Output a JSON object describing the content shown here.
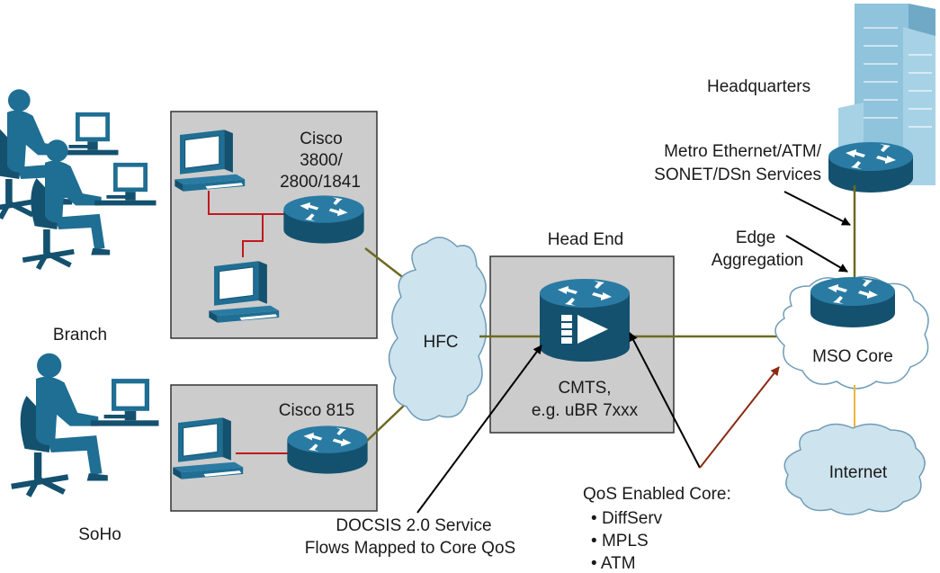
{
  "labels": {
    "branch": "Branch",
    "soho": "SoHo",
    "headquarters": "Headquarters",
    "cisco_branch_line1": "Cisco",
    "cisco_branch_line2": "3800/",
    "cisco_branch_line3": "2800/1841",
    "cisco_soho": "Cisco 815",
    "hfc": "HFC",
    "head_end": "Head End",
    "cmts_line1": "CMTS,",
    "cmts_line2": "e.g. uBR 7xxx",
    "metro_line1": "Metro Ethernet/ATM/",
    "metro_line2": "SONET/DSn Services",
    "edge_line1": "Edge",
    "edge_line2": "Aggregation",
    "mso_core": "MSO Core",
    "internet": "Internet",
    "qos_title": "QoS Enabled Core:",
    "qos_items": [
      "DiffServ",
      "MPLS",
      "ATM"
    ],
    "docsis_line1": "DOCSIS 2.0 Service",
    "docsis_line2": "Flows Mapped to Core QoS"
  },
  "colors": {
    "device_blue": "#1f6e93",
    "device_dark": "#14516f",
    "box_fill": "#cccccc",
    "cloud_fill": "#cde3ee",
    "cloud_stroke": "#6f9cb6",
    "link_olive": "#6d6a22",
    "lan_red": "#c0191d",
    "internet_link": "#f0b43a",
    "callout_brown": "#8b2a12",
    "building": "#8fc4dc"
  },
  "icons": [
    "router-icon",
    "cmts-icon",
    "workstation-icon",
    "user-at-desk-icon",
    "building-icon",
    "cloud-icon"
  ]
}
